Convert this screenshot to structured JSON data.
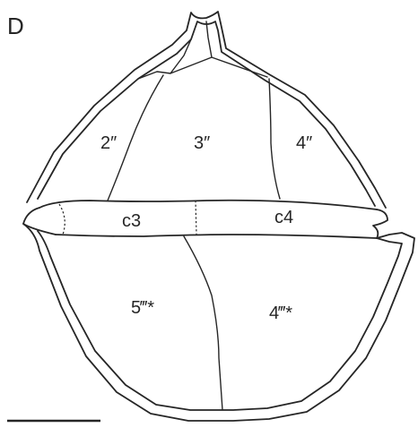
{
  "panel_label": "D",
  "plates": {
    "p2": "2″",
    "p3": "3″",
    "p4": "4″",
    "c3": "c3",
    "c4": "c4",
    "p5": "5‴*",
    "p4b": "4‴*"
  }
}
